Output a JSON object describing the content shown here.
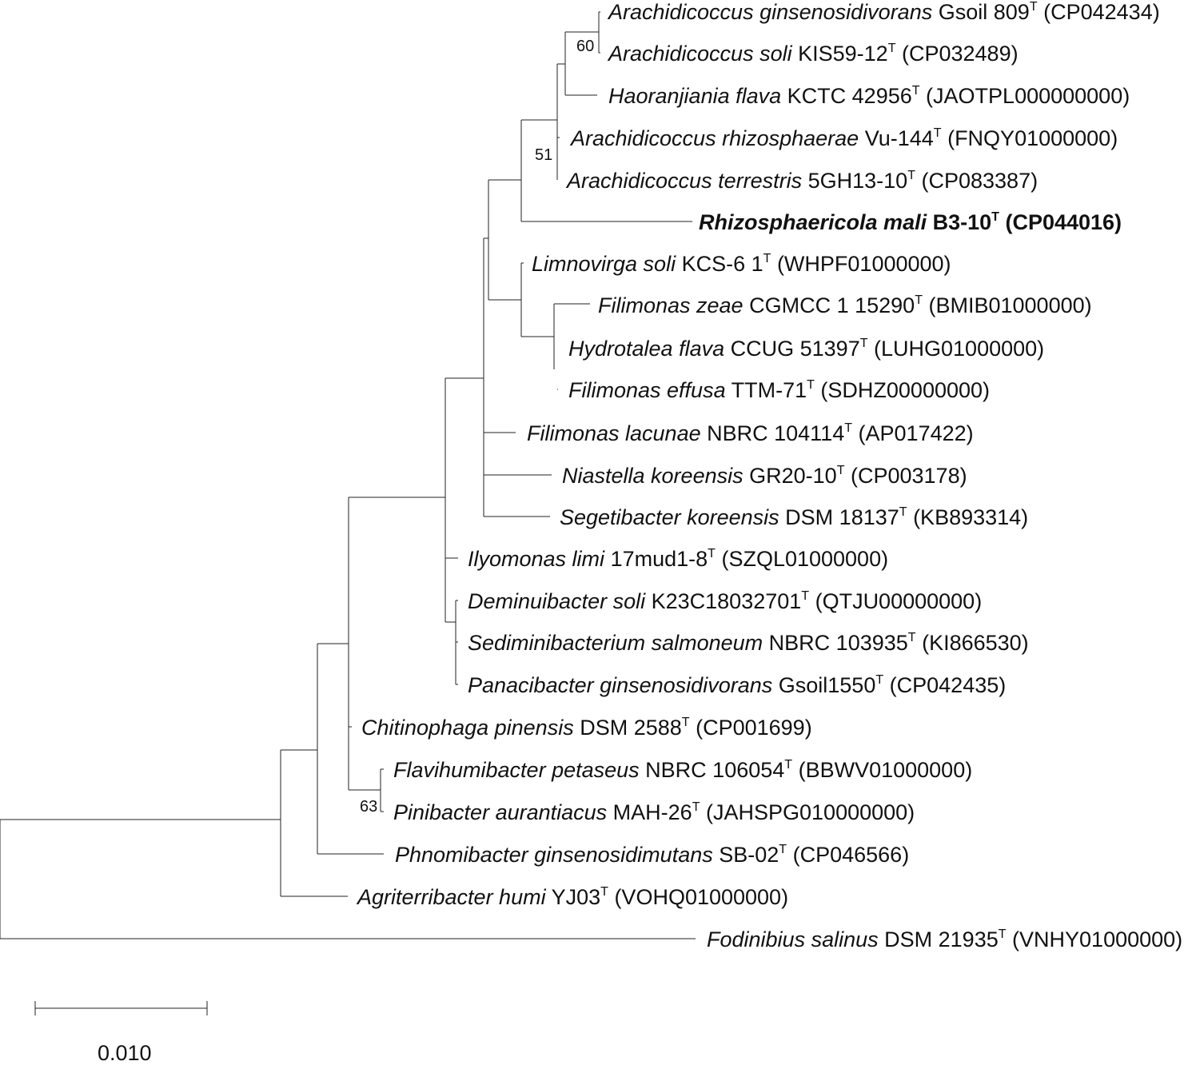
{
  "taxa": [
    {
      "species": "Arachidicoccus ginsenosidivorans",
      "strain": "Gsoil 809",
      "type_mark": "T",
      "accession": "(CP042434)",
      "highlight": false
    },
    {
      "species": "Arachidicoccus soli",
      "strain": "KIS59-12",
      "type_mark": "T",
      "accession": "(CP032489)",
      "highlight": false
    },
    {
      "species": "Haoranjiania flava",
      "strain": "KCTC 42956",
      "type_mark": "T",
      "accession": "(JAOTPL000000000)",
      "highlight": false
    },
    {
      "species": "Arachidicoccus rhizosphaerae",
      "strain": "Vu-144",
      "type_mark": "T",
      "accession": "(FNQY01000000)",
      "highlight": false
    },
    {
      "species": "Arachidicoccus terrestris",
      "strain": "5GH13-10",
      "type_mark": "T",
      "accession": "(CP083387)",
      "highlight": false
    },
    {
      "species": "Rhizosphaericola mali",
      "strain": "B3-10",
      "type_mark": "T",
      "accession": "(CP044016)",
      "highlight": true
    },
    {
      "species": "Limnovirga soli",
      "strain": "KCS-6 1",
      "type_mark": "T",
      "accession": "(WHPF01000000)",
      "highlight": false
    },
    {
      "species": "Filimonas zeae",
      "strain": "CGMCC 1 15290",
      "type_mark": "T",
      "accession": "(BMIB01000000)",
      "highlight": false
    },
    {
      "species": "Hydrotalea flava",
      "strain": "CCUG 51397",
      "type_mark": "T",
      "accession": "(LUHG01000000)",
      "highlight": false
    },
    {
      "species": "Filimonas effusa",
      "strain": "TTM-71",
      "type_mark": "T",
      "accession": "(SDHZ00000000)",
      "highlight": false
    },
    {
      "species": "Filimonas lacunae",
      "strain": "NBRC 104114",
      "type_mark": "T",
      "accession": "(AP017422)",
      "highlight": false
    },
    {
      "species": "Niastella koreensis",
      "strain": "GR20-10",
      "type_mark": "T",
      "accession": "(CP003178)",
      "highlight": false
    },
    {
      "species": "Segetibacter koreensis",
      "strain": "DSM 18137",
      "type_mark": "T",
      "accession": "(KB893314)",
      "highlight": false
    },
    {
      "species": "Ilyomonas limi",
      "strain": "17mud1-8",
      "type_mark": "T",
      "accession": "(SZQL01000000)",
      "highlight": false
    },
    {
      "species": "Deminuibacter soli",
      "strain": "K23C18032701",
      "type_mark": "T",
      "accession": "(QTJU00000000)",
      "highlight": false
    },
    {
      "species": "Sediminibacterium salmoneum",
      "strain": "NBRC 103935",
      "type_mark": "T",
      "accession": "(KI866530)",
      "highlight": false
    },
    {
      "species": "Panacibacter ginsenosidivorans",
      "strain": "Gsoil1550",
      "type_mark": "T",
      "accession": "(CP042435)",
      "highlight": false
    },
    {
      "species": "Chitinophaga pinensis",
      "strain": "DSM 2588",
      "type_mark": "T",
      "accession": "(CP001699)",
      "highlight": false
    },
    {
      "species": "Flavihumibacter petaseus",
      "strain": "NBRC 106054",
      "type_mark": "T",
      "accession": "(BBWV01000000)",
      "highlight": false
    },
    {
      "species": "Pinibacter aurantiacus",
      "strain": "MAH-26",
      "type_mark": "T",
      "accession": "(JAHSPG010000000)",
      "highlight": false
    },
    {
      "species": "Phnomibacter ginsenosidimutans",
      "strain": "SB-02",
      "type_mark": "T",
      "accession": "(CP046566)",
      "highlight": false
    },
    {
      "species": "Agriterribacter humi",
      "strain": "YJ03",
      "type_mark": "T",
      "accession": "(VOHQ01000000)",
      "highlight": false
    },
    {
      "species": "Fodinibius salinus",
      "strain": "DSM 21935",
      "type_mark": "T",
      "accession": "(VNHY01000000)",
      "highlight": false
    }
  ],
  "bootstrap_values": [
    "60",
    "51",
    "63"
  ],
  "scale_bar": {
    "label": "0.010"
  }
}
